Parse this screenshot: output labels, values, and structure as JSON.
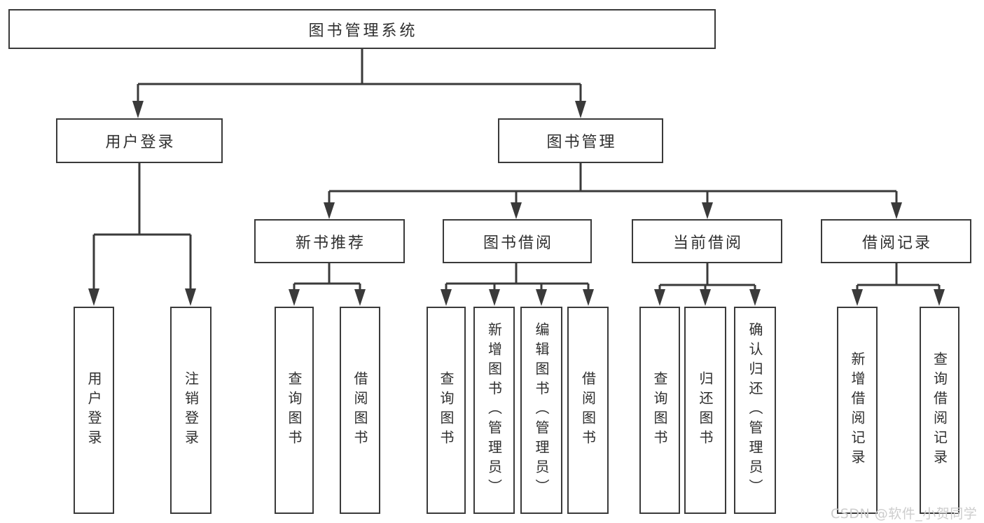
{
  "tree": {
    "root": {
      "label": "图书管理系统"
    },
    "branches": [
      {
        "label": "用户登录",
        "children": [
          {
            "label": "用户登录"
          },
          {
            "label": "注销登录"
          }
        ]
      },
      {
        "label": "图书管理",
        "children": [
          {
            "label": "新书推荐",
            "children": [
              {
                "label": "查询图书"
              },
              {
                "label": "借阅图书"
              }
            ]
          },
          {
            "label": "图书借阅",
            "children": [
              {
                "label": "查询图书"
              },
              {
                "label": "新增图书（管理员）"
              },
              {
                "label": "编辑图书（管理员）"
              },
              {
                "label": "借阅图书"
              }
            ]
          },
          {
            "label": "当前借阅",
            "children": [
              {
                "label": "查询图书"
              },
              {
                "label": "归还图书"
              },
              {
                "label": "确认归还（管理员）"
              }
            ]
          },
          {
            "label": "借阅记录",
            "children": [
              {
                "label": "新增借阅记录"
              },
              {
                "label": "查询借阅记录"
              }
            ]
          }
        ]
      }
    ]
  },
  "watermark": "CSDN @软件_小贺同学",
  "colors": {
    "line": "#3a3a3a",
    "box_border": "#3a3a3a",
    "text": "#2f2f2f",
    "watermark": "#cdcdcd",
    "background": "#ffffff"
  }
}
